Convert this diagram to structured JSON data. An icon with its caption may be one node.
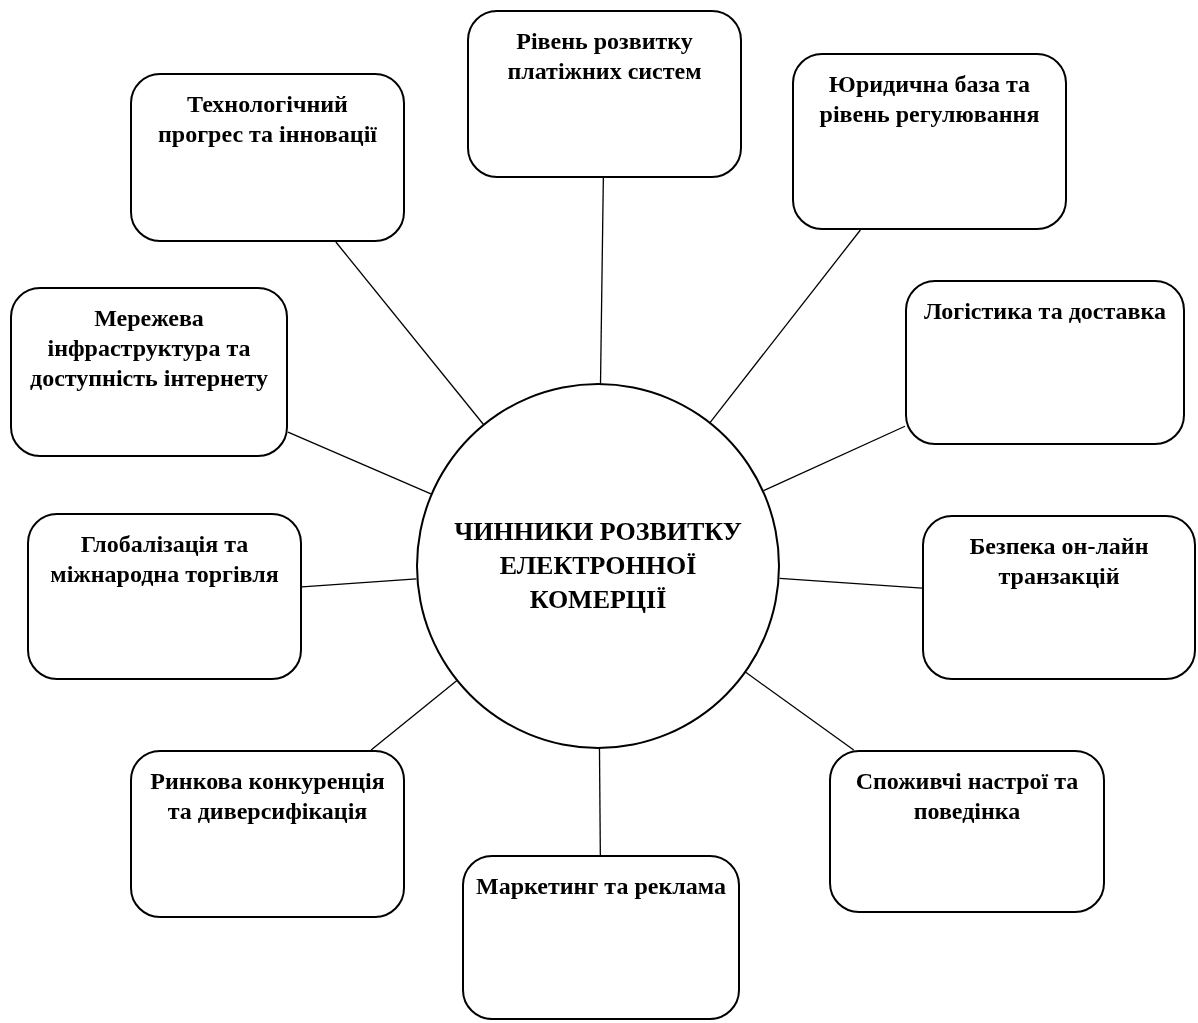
{
  "diagram": {
    "nodes": [
      {
        "text": [
          "ЧИННИКИ РОЗВИТКУ ЕЛЕКТРОННОЇ КОМЕРЦІЇ"
        ]
      },
      {
        "text": [
          "Технологічний прогрес та інновації"
        ]
      },
      {
        "text": [
          "Рівень розвитку платіжних систем"
        ]
      },
      {
        "text": [
          "Юридична база та рівень регулювання"
        ]
      },
      {
        "text": [
          "Мережева інфраструктура та доступність інтернету"
        ]
      },
      {
        "text": [
          "Логістика та доставка"
        ]
      },
      {
        "text": [
          "Глобалізація та міжнародна торгівля"
        ]
      },
      {
        "text": [
          "Безпека он-лайн транзакцій"
        ]
      },
      {
        "text": [
          "Ринкова конкуренція та диверсифікація"
        ]
      },
      {
        "text": [
          "Споживчі настрої та поведінка"
        ]
      },
      {
        "text": [
          "Маркетинг та реклама"
        ]
      }
    ],
    "edges": [
      {
        "from": 1,
        "to": 0,
        "arrow": "none"
      },
      {
        "from": 2,
        "to": 0,
        "arrow": "none"
      },
      {
        "from": 3,
        "to": 0,
        "arrow": "none"
      },
      {
        "from": 4,
        "to": 0,
        "arrow": "none"
      },
      {
        "from": 5,
        "to": 0,
        "arrow": "none"
      },
      {
        "from": 6,
        "to": 0,
        "arrow": "none"
      },
      {
        "from": 7,
        "to": 0,
        "arrow": "none"
      },
      {
        "from": 8,
        "to": 0,
        "arrow": "none"
      },
      {
        "from": 9,
        "to": 0,
        "arrow": "none"
      },
      {
        "from": 10,
        "to": 0,
        "arrow": "none"
      }
    ]
  }
}
